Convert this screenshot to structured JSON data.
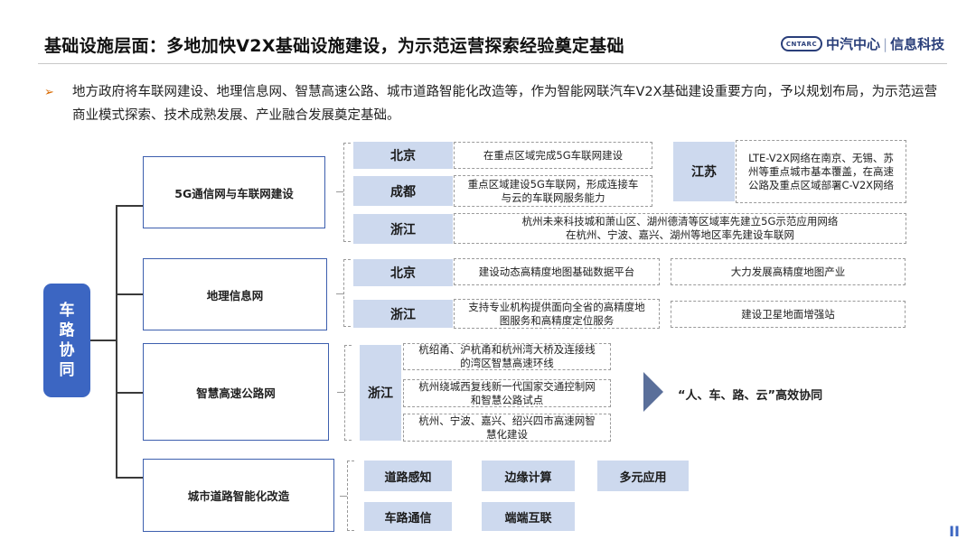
{
  "header": {
    "title": "基础设施层面：多地加快V2X基础设施建设，为示范运营探索经验奠定基础",
    "logo_text": "CNTARC",
    "brand_left": "中汽中心",
    "brand_sep": "|",
    "brand_right": "信息科技"
  },
  "intro": {
    "bullet": "➢",
    "text": "地方政府将车联网建设、地理信息网、智慧高速公路、城市道路智能化改造等，作为智能网联汽车V2X基础建设重要方向，予以规划布局，为示范运营商业模式探索、技术成熟发展、产业融合发展奠定基础。"
  },
  "diagram": {
    "root": [
      "车",
      "路",
      "协",
      "同"
    ],
    "categories": {
      "c1": "5G通信网与车联网建设",
      "c2": "地理信息网",
      "c3": "智慧高速公路网",
      "c4": "城市道路智能化改造"
    },
    "cat1": {
      "beijing": {
        "region": "北京",
        "desc": "在重点区域完成5G车联网建设"
      },
      "chengdu": {
        "region": "成都",
        "desc_l1": "重点区域建设5G车联网，形成连接车",
        "desc_l2": "与云的车联网服务能力"
      },
      "zhejiang": {
        "region": "浙江",
        "desc_l1": "杭州未来科技城和萧山区、湖州德清等区域率先建立5G示范应用网络",
        "desc_l2": "在杭州、宁波、嘉兴、湖州等地区率先建设车联网"
      },
      "jiangsu": {
        "region": "江苏",
        "desc_l1": "LTE-V2X网络在南京、无锡、苏",
        "desc_l2": "州等重点城市基本覆盖，在高速",
        "desc_l3": "公路及重点区域部署C-V2X网络"
      }
    },
    "cat2": {
      "beijing": {
        "region": "北京",
        "desc": "建设动态高精度地图基础数据平台",
        "desc_right": "大力发展高精度地图产业"
      },
      "zhejiang": {
        "region": "浙江",
        "desc_l1": "支持专业机构提供面向全省的高精度地",
        "desc_l2": "图服务和高精度定位服务",
        "desc_right": "建设卫星地面增强站"
      }
    },
    "cat3": {
      "region": "浙江",
      "items": [
        {
          "l1": "杭绍甬、沪杭甬和杭州湾大桥及连接线",
          "l2": "的湾区智慧高速环线"
        },
        {
          "l1": "杭州绕城西复线新一代国家交通控制网",
          "l2": "和智慧公路试点"
        },
        {
          "l1": "杭州、宁波、嘉兴、绍兴四市高速网智",
          "l2": "慧化建设"
        }
      ],
      "collab": "“人、车、路、云”高效协同"
    },
    "cat4": {
      "chips": [
        "道路感知",
        "边缘计算",
        "多元应用",
        "车路通信",
        "端端互联"
      ]
    }
  },
  "footer": {
    "pager": "II"
  }
}
